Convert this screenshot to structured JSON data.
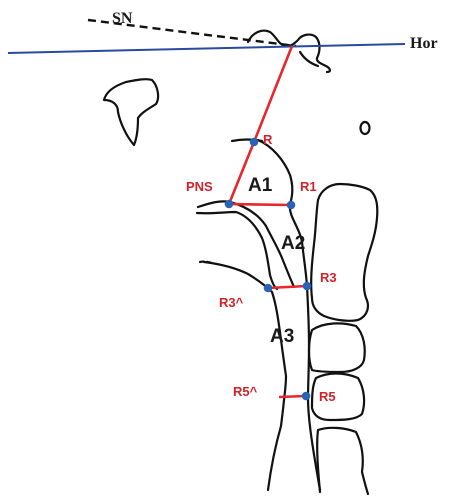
{
  "labels": {
    "sn": "SN",
    "hor": "Hor",
    "r": "R",
    "pns": "PNS",
    "a1": "A1",
    "r1": "R1",
    "a2": "A2",
    "r3": "R3",
    "r3_hat": "R3^",
    "a3": "A3",
    "r5_hat": "R5^",
    "r5": "R5"
  },
  "colors": {
    "measure_line": "#e8262b",
    "label_red": "#d0232a",
    "horizontal_line": "#2a4aa0",
    "point": "#2a62b8",
    "sketch": "#111111"
  }
}
